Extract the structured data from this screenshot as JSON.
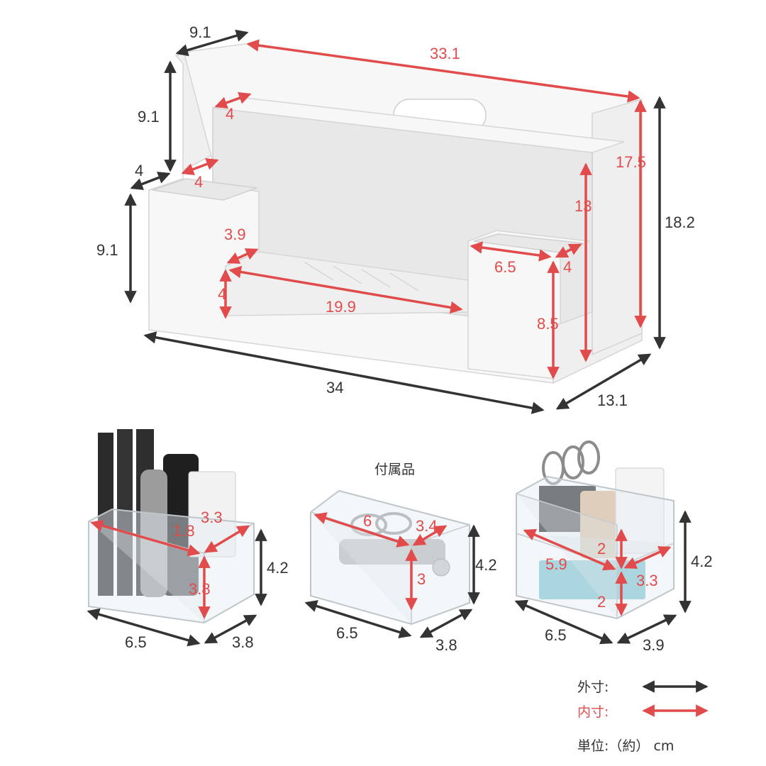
{
  "colors": {
    "outer_line": "#333333",
    "inner_line": "#e24b4b",
    "body_white": "#f7f7f7"
  },
  "main_unit": {
    "outer": {
      "side_top_depth": "9.1",
      "back_height_step": "9.1",
      "left_step_depth": "4",
      "front_left_height": "9.1",
      "total_height": "18.2",
      "total_width": "34",
      "total_depth": "13.1"
    },
    "inner": {
      "back_width": "33.1",
      "rear_slot_depth": "4",
      "middle_slot_depth": "4",
      "tray_depth": "3.9",
      "tray_height": "4",
      "tray_width": "19.9",
      "right_pocket_width": "6.5",
      "right_pocket_depth": "4",
      "back_inner_height": "17.5",
      "middle_inner_height": "13",
      "right_pocket_height": "8.5"
    }
  },
  "accessory_label": "付属品",
  "accessories": [
    {
      "name": "pen-case",
      "inner_width": "1.8",
      "inner_depth": "3.3",
      "inner_height": "3.8",
      "outer_height": "4.2",
      "outer_width": "6.5",
      "outer_depth": "3.8"
    },
    {
      "name": "clip-case",
      "inner_width": "6",
      "inner_depth": "3.4",
      "inner_height": "3",
      "outer_height": "4.2",
      "outer_width": "6.5",
      "outer_depth": "3.8"
    },
    {
      "name": "two-tier-case",
      "inner_upper_height": "2",
      "inner_width": "5.9",
      "inner_depth": "3.3",
      "inner_lower_height": "2",
      "outer_height": "4.2",
      "outer_width": "6.5",
      "outer_depth": "3.9"
    }
  ],
  "legend": {
    "outer_label": "外寸:",
    "inner_label": "内寸:",
    "unit_label": "単位:（約） cm"
  }
}
